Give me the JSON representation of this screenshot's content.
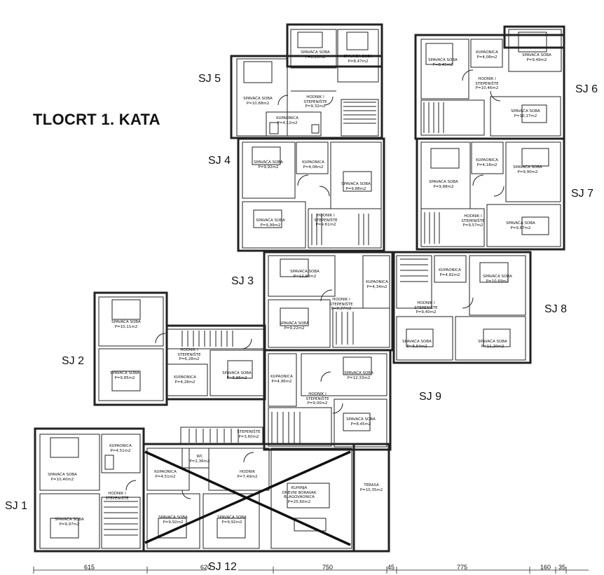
{
  "title": "TLOCRT 1. KATA",
  "units": {
    "sj1": "SJ 1",
    "sj2": "SJ 2",
    "sj3": "SJ 3",
    "sj4": "SJ 4",
    "sj5": "SJ 5",
    "sj6": "SJ 6",
    "sj7": "SJ 7",
    "sj8": "SJ 8",
    "sj9": "SJ 9",
    "sj12": "SJ 12"
  },
  "rooms": {
    "sj5_soba1": "SPAVAĆA SOBA\nP=8,28m2",
    "sj5_soba2": "SPAVAĆA SOBA\nP=8,47m2",
    "sj5_soba3": "SPAVAĆA SOBA\nP=10,68m2",
    "sj5_hodnik": "HODNIK I\nSTEPENIŠTE\nP=9,32m2",
    "sj5_kup": "KUPAONICA\nP=4,12m2",
    "sj6_soba1": "SPAVAĆA SOBA\nP=8,45m2",
    "sj6_kup": "KUPAONICA\nP=4,08m2",
    "sj6_soba2": "SPAVAĆA SOBA\nP=9,49m2",
    "sj6_hodnik": "HODNIK I\nSTEPENIŠTE\nP=10,46m2",
    "sj6_soba3": "SPAVAĆA SOBA\nP=10,17m2",
    "sj4_soba1": "SPAVAĆA SOBA\nP=9,92m2",
    "sj4_kup": "KUPAONICA\nP=4,08m2",
    "sj4_soba2": "SPAVAĆA SOBA\nP=9,88m2",
    "sj4_soba3": "SPAVAĆA SOBA\nP=9,99m2",
    "sj4_hodnik": "HODNIK I\nSTEPENIŠTE\nP=9,61m2",
    "sj7_kup": "KUPAONICA\nP=4,18m2",
    "sj7_soba1": "SPAVAĆA SOBA\nP=9,88m2",
    "sj7_soba2": "SPAVAĆA SOBA\nP=9,90m2",
    "sj7_hodnik": "HODNIK I\nSTEPENIŠTE\nP=9,57m2",
    "sj7_soba3": "SPAVAĆA SOBA\nP=9,67m2",
    "sj3_soba1": "SPAVAĆA SOBA\nP=12,90m2",
    "sj3_kup": "KUPAONICA\nP=4,34m2",
    "sj3_hodnik": "HODNIK I\nSTEPENIŠTE\nP=8,27m2",
    "sj3_soba2": "SPAVAĆA SOBA\nP=9,22m2",
    "sj8_kup": "KUPAONICA\nP=4,82m2",
    "sj8_soba1": "SPAVAĆA SOBA\nP=10,69m2",
    "sj8_hodnik": "HODNIK I\nSTEPENIŠTE\nP=9,40m2",
    "sj8_soba2": "SPAVAĆA SOBA\nP=8,64m2",
    "sj8_soba3": "SPAVAĆA SOBA\nP=11,20m2",
    "sj2_soba1": "SPAVAĆA SOBA\nP=10,11m2",
    "sj2_hodnik": "HODNIK I\nSTEPENIŠTE\nP=6,28m2",
    "sj2_soba2": "SPAVAĆA SOBA\nP=9,85m2",
    "sj2_kup": "KUPAONICA\nP=4,28m2",
    "sj2_soba3": "SPAVAĆA SOBA\nP=8,96m2",
    "sj9_kup": "KUPAONICA\nP=4,96m2",
    "sj9_soba1": "SPAVAĆA SOBA\nP=12,33m2",
    "sj9_hodnik": "HODNIK I\nSTEPENIŠTE\nP=9,00m2",
    "sj9_soba2": "SPAVAĆA SOBA\nP=8,45m2",
    "sj1_kup": "KUPAONICA\nP=4,51m2",
    "sj1_soba1": "SPAVAĆA SOBA\nP=10,40m2",
    "sj1_hodnik": "HODNIK I\nSTEPENIŠTE",
    "sj1_soba2": "SPAVAĆA SOBA\nP=9,97m2",
    "sj12_step": "STEPENIŠTE\nP=3,60m2",
    "sj12_wc": "WC\nP=2,36m2",
    "sj12_kup": "KUPAONICA\nP=4,51m2",
    "sj12_hodnik": "HODNIK\nP=7,49m2",
    "sj12_kuhinja": "KUHINJA\nDNEVNI BORAVAK\nBLAGOVAONICA\nP=25,60m2",
    "sj12_terasa": "TERASA\nP=10,35m2",
    "sj12_soba1": "SPAVAĆA SOBA\nP=9,92m2",
    "sj12_soba2": "SPAVAĆA SOBA\nP=9,92m2"
  },
  "dimensions": {
    "d1": "615",
    "d2": "620",
    "d3": "750",
    "d4": "45",
    "d5": "775",
    "d6": "160",
    "d7": "35"
  }
}
